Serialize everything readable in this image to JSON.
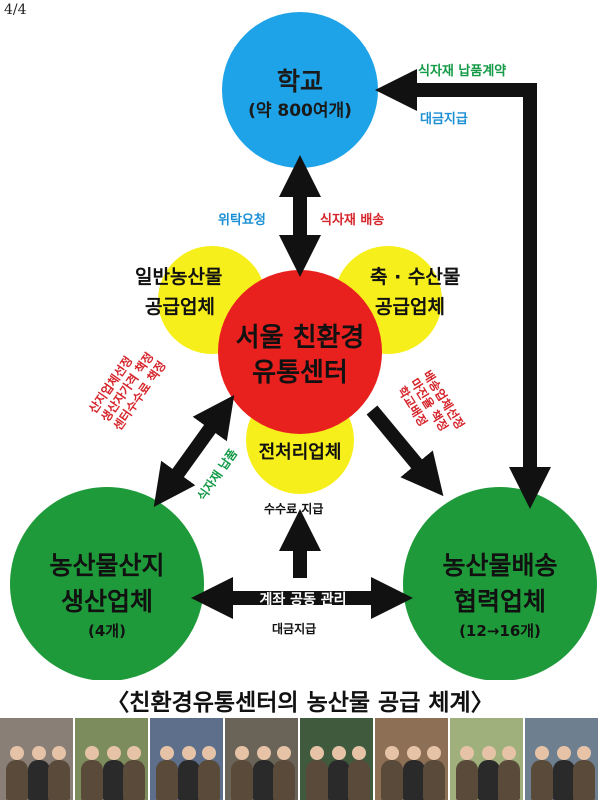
{
  "page_number": "4/4",
  "colors": {
    "school": "#1ea3e8",
    "center": "#e8211f",
    "petal": "#f7ef1c",
    "producer": "#1f9a3a",
    "distributor": "#1f9a3a",
    "arrow": "#111111",
    "red_text": "#d5252b",
    "blue_text": "#1b8fd4",
    "green_text": "#139a46"
  },
  "nodes": {
    "school": {
      "title": "학교",
      "subtitle": "(약 800여개)"
    },
    "center": {
      "line1": "서울 친환경",
      "line2": "유통센터"
    },
    "general_agri": {
      "line1": "일반농산물",
      "line2": "공급업체"
    },
    "livestock": {
      "line1": "축 · 수산물",
      "line2": "공급업체"
    },
    "preprocess": {
      "line1": "전처리업체"
    },
    "producer": {
      "line1": "농산물산지",
      "line2": "생산업체",
      "count": "(4개)"
    },
    "distributor": {
      "line1": "농산물배송",
      "line2": "협력업체",
      "count": "(12→16개)"
    }
  },
  "edge_labels": {
    "contract": "식자재 납품계약",
    "payment_school": "대금지급",
    "commission_request": "위탁요청",
    "food_delivery": "식자재 배송",
    "producer_tasks": [
      "산지업체선정",
      "생산자가격 책정",
      "센터수수료 책정"
    ],
    "producer_delivery": "식자재 납품",
    "distributor_tasks": [
      "배송업체선정",
      "마진율 책정",
      "학교배정"
    ],
    "fee_payment": "수수료 지급",
    "joint_account": "계좌 공동 관리",
    "payment_bottom": "대금지급"
  },
  "caption": "〈친환경유통센터의 농산물 공급 체계〉",
  "photos": [
    {
      "name": "photo-1",
      "bg": "#8a7f76"
    },
    {
      "name": "photo-2",
      "bg": "#7d8c5c"
    },
    {
      "name": "photo-3",
      "bg": "#5d6f8a"
    },
    {
      "name": "photo-4",
      "bg": "#6a6458"
    },
    {
      "name": "photo-5",
      "bg": "#3f5a3c"
    },
    {
      "name": "photo-6",
      "bg": "#8c6f55"
    },
    {
      "name": "photo-7",
      "bg": "#9fb07c"
    },
    {
      "name": "photo-8",
      "bg": "#6e7f90"
    }
  ]
}
